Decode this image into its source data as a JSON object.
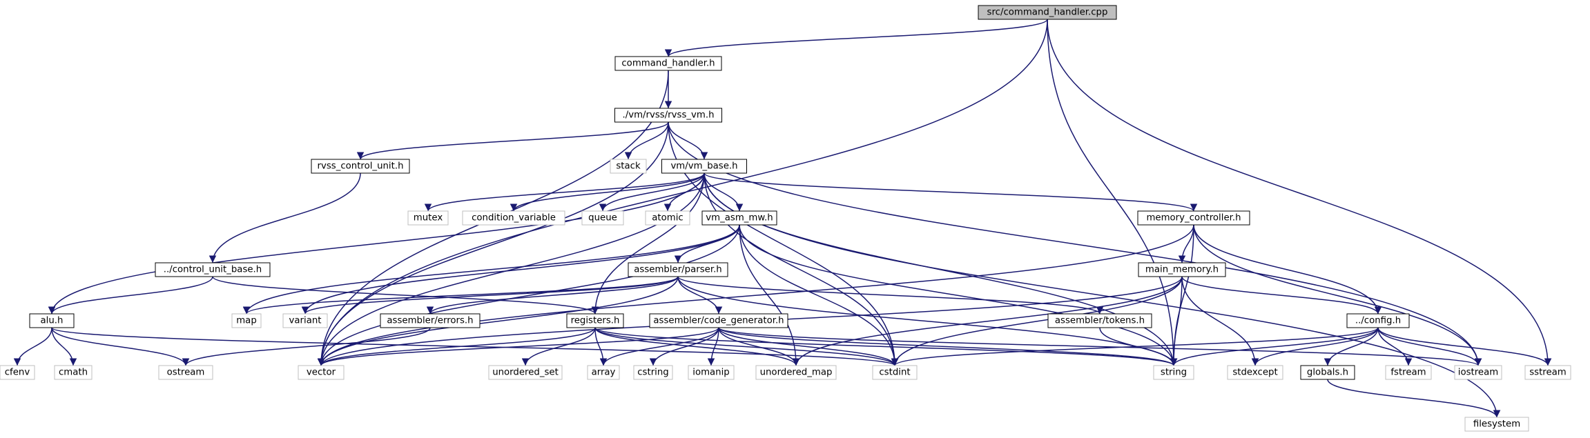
{
  "diagram": {
    "root": "src/command_handler.cpp",
    "colors": {
      "root_fill": "#bfbfbf",
      "root_stroke": "#000000",
      "local_stroke": "#000000",
      "system_stroke": "#bfbfbf",
      "system_text": "#7f7f7f",
      "edge": "#191970",
      "text": "#000000"
    },
    "nodes": [
      {
        "id": "src_command_handler_cpp",
        "label": "src/command_handler.cpp",
        "kind": "root"
      },
      {
        "id": "command_handler_h",
        "label": "command_handler.h",
        "kind": "local"
      },
      {
        "id": "rvss_vm_h",
        "label": "./vm/rvss/rvss_vm.h",
        "kind": "local"
      },
      {
        "id": "stack",
        "label": "stack",
        "kind": "system"
      },
      {
        "id": "rvss_control_unit_h",
        "label": "rvss_control_unit.h",
        "kind": "local"
      },
      {
        "id": "vm_base_h",
        "label": "vm/vm_base.h",
        "kind": "local"
      },
      {
        "id": "mutex",
        "label": "mutex",
        "kind": "system"
      },
      {
        "id": "condition_variable",
        "label": "condition_variable",
        "kind": "system"
      },
      {
        "id": "queue",
        "label": "queue",
        "kind": "system"
      },
      {
        "id": "atomic",
        "label": "atomic",
        "kind": "system"
      },
      {
        "id": "vm_asm_mw_h",
        "label": "vm_asm_mw.h",
        "kind": "local"
      },
      {
        "id": "memory_controller_h",
        "label": "memory_controller.h",
        "kind": "local"
      },
      {
        "id": "control_unit_base_h",
        "label": "../control_unit_base.h",
        "kind": "local"
      },
      {
        "id": "assembler_parser_h",
        "label": "assembler/parser.h",
        "kind": "local"
      },
      {
        "id": "main_memory_h",
        "label": "main_memory.h",
        "kind": "local"
      },
      {
        "id": "alu_h",
        "label": "alu.h",
        "kind": "local"
      },
      {
        "id": "map",
        "label": "map",
        "kind": "system"
      },
      {
        "id": "variant",
        "label": "variant",
        "kind": "system"
      },
      {
        "id": "assembler_errors_h",
        "label": "assembler/errors.h",
        "kind": "local"
      },
      {
        "id": "registers_h",
        "label": "registers.h",
        "kind": "local"
      },
      {
        "id": "code_generator_h",
        "label": "assembler/code_generator.h",
        "kind": "local"
      },
      {
        "id": "assembler_tokens_h",
        "label": "assembler/tokens.h",
        "kind": "local"
      },
      {
        "id": "config_h",
        "label": "../config.h",
        "kind": "local"
      },
      {
        "id": "cfenv",
        "label": "cfenv",
        "kind": "system"
      },
      {
        "id": "cmath",
        "label": "cmath",
        "kind": "system"
      },
      {
        "id": "ostream",
        "label": "ostream",
        "kind": "system"
      },
      {
        "id": "vector",
        "label": "vector",
        "kind": "system"
      },
      {
        "id": "unordered_set",
        "label": "unordered_set",
        "kind": "system"
      },
      {
        "id": "array",
        "label": "array",
        "kind": "system"
      },
      {
        "id": "cstring",
        "label": "cstring",
        "kind": "system"
      },
      {
        "id": "iomanip",
        "label": "iomanip",
        "kind": "system"
      },
      {
        "id": "unordered_map",
        "label": "unordered_map",
        "kind": "system"
      },
      {
        "id": "cstdint",
        "label": "cstdint",
        "kind": "system"
      },
      {
        "id": "string",
        "label": "string",
        "kind": "system"
      },
      {
        "id": "stdexcept",
        "label": "stdexcept",
        "kind": "system"
      },
      {
        "id": "globals_h",
        "label": "globals.h",
        "kind": "local"
      },
      {
        "id": "fstream",
        "label": "fstream",
        "kind": "system"
      },
      {
        "id": "iostream",
        "label": "iostream",
        "kind": "system"
      },
      {
        "id": "sstream",
        "label": "sstream",
        "kind": "system"
      },
      {
        "id": "filesystem",
        "label": "filesystem",
        "kind": "system"
      }
    ],
    "edges": [
      [
        "src_command_handler_cpp",
        "command_handler_h"
      ],
      [
        "src_command_handler_cpp",
        "vector"
      ],
      [
        "src_command_handler_cpp",
        "string"
      ],
      [
        "src_command_handler_cpp",
        "sstream"
      ],
      [
        "command_handler_h",
        "rvss_vm_h"
      ],
      [
        "command_handler_h",
        "vector"
      ],
      [
        "rvss_vm_h",
        "stack"
      ],
      [
        "rvss_vm_h",
        "rvss_control_unit_h"
      ],
      [
        "rvss_vm_h",
        "vm_base_h"
      ],
      [
        "rvss_vm_h",
        "vector"
      ],
      [
        "rvss_vm_h",
        "cstdint"
      ],
      [
        "rvss_vm_h",
        "iostream"
      ],
      [
        "rvss_control_unit_h",
        "control_unit_base_h"
      ],
      [
        "vm_base_h",
        "mutex"
      ],
      [
        "vm_base_h",
        "condition_variable"
      ],
      [
        "vm_base_h",
        "queue"
      ],
      [
        "vm_base_h",
        "atomic"
      ],
      [
        "vm_base_h",
        "vm_asm_mw_h"
      ],
      [
        "vm_base_h",
        "memory_controller_h"
      ],
      [
        "vm_base_h",
        "alu_h"
      ],
      [
        "vm_base_h",
        "registers_h"
      ],
      [
        "vm_base_h",
        "vector"
      ],
      [
        "vm_base_h",
        "cstdint"
      ],
      [
        "vm_base_h",
        "string"
      ],
      [
        "vm_base_h",
        "filesystem"
      ],
      [
        "vm_asm_mw_h",
        "assembler_parser_h"
      ],
      [
        "vm_asm_mw_h",
        "map"
      ],
      [
        "vm_asm_mw_h",
        "variant"
      ],
      [
        "vm_asm_mw_h",
        "vector"
      ],
      [
        "vm_asm_mw_h",
        "unordered_map"
      ],
      [
        "vm_asm_mw_h",
        "cstdint"
      ],
      [
        "vm_asm_mw_h",
        "string"
      ],
      [
        "memory_controller_h",
        "main_memory_h"
      ],
      [
        "memory_controller_h",
        "config_h"
      ],
      [
        "memory_controller_h",
        "vector"
      ],
      [
        "memory_controller_h",
        "string"
      ],
      [
        "memory_controller_h",
        "iostream"
      ],
      [
        "control_unit_base_h",
        "alu_h"
      ],
      [
        "control_unit_base_h",
        "registers_h"
      ],
      [
        "assembler_parser_h",
        "map"
      ],
      [
        "assembler_parser_h",
        "variant"
      ],
      [
        "assembler_parser_h",
        "vector"
      ],
      [
        "assembler_parser_h",
        "assembler_errors_h"
      ],
      [
        "assembler_parser_h",
        "code_generator_h"
      ],
      [
        "assembler_parser_h",
        "assembler_tokens_h"
      ],
      [
        "assembler_parser_h",
        "string"
      ],
      [
        "main_memory_h",
        "config_h"
      ],
      [
        "main_memory_h",
        "vector"
      ],
      [
        "main_memory_h",
        "unordered_map"
      ],
      [
        "main_memory_h",
        "cstdint"
      ],
      [
        "main_memory_h",
        "string"
      ],
      [
        "main_memory_h",
        "stdexcept"
      ],
      [
        "alu_h",
        "cfenv"
      ],
      [
        "alu_h",
        "cmath"
      ],
      [
        "alu_h",
        "ostream"
      ],
      [
        "alu_h",
        "cstdint"
      ],
      [
        "assembler_errors_h",
        "ostream"
      ],
      [
        "registers_h",
        "vector"
      ],
      [
        "registers_h",
        "unordered_set"
      ],
      [
        "registers_h",
        "array"
      ],
      [
        "registers_h",
        "unordered_map"
      ],
      [
        "registers_h",
        "cstdint"
      ],
      [
        "registers_h",
        "string"
      ],
      [
        "code_generator_h",
        "vector"
      ],
      [
        "code_generator_h",
        "array"
      ],
      [
        "code_generator_h",
        "cstring"
      ],
      [
        "code_generator_h",
        "iomanip"
      ],
      [
        "code_generator_h",
        "unordered_map"
      ],
      [
        "code_generator_h",
        "cstdint"
      ],
      [
        "code_generator_h",
        "string"
      ],
      [
        "code_generator_h",
        "iostream"
      ],
      [
        "assembler_tokens_h",
        "string"
      ],
      [
        "config_h",
        "globals_h"
      ],
      [
        "config_h",
        "stdexcept"
      ],
      [
        "config_h",
        "fstream"
      ],
      [
        "config_h",
        "iostream"
      ],
      [
        "config_h",
        "sstream"
      ],
      [
        "config_h",
        "cstdint"
      ],
      [
        "config_h",
        "string"
      ],
      [
        "globals_h",
        "filesystem"
      ]
    ]
  }
}
